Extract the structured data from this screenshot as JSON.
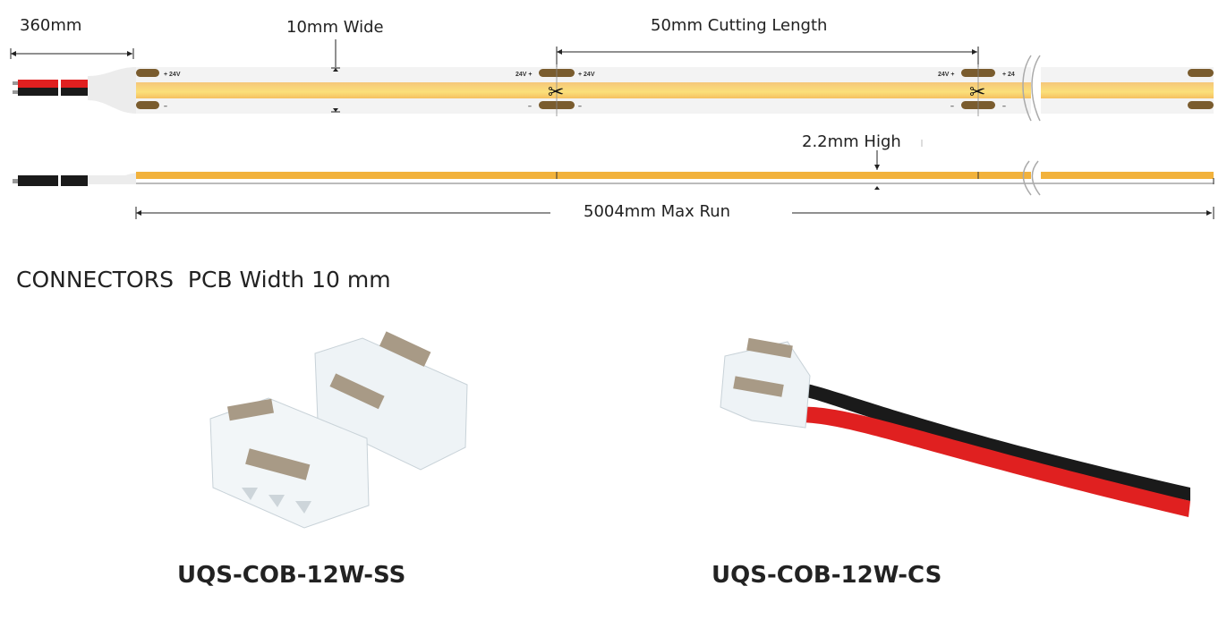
{
  "dimensions": {
    "lead_length": "360mm",
    "width": "10mm Wide",
    "cutting_length": "50mm Cutting Length",
    "height": "2.2mm High",
    "max_run": "5004mm Max Run"
  },
  "pad_labels": {
    "plus_right": "+ 24V",
    "plus_left": "24V +",
    "minus": "–"
  },
  "section_heading": "CONNECTORS  PCB Width 10 mm",
  "connectors": [
    {
      "model": "UQS-COB-12W-SS"
    },
    {
      "model": "UQS-COB-12W-CS"
    }
  ],
  "colors": {
    "pad": "#7a5c2e",
    "led_band": "#f7cf6a",
    "side_strip": "#f2b23c",
    "wire_red": "#e02020",
    "wire_black": "#1a1a1a"
  }
}
